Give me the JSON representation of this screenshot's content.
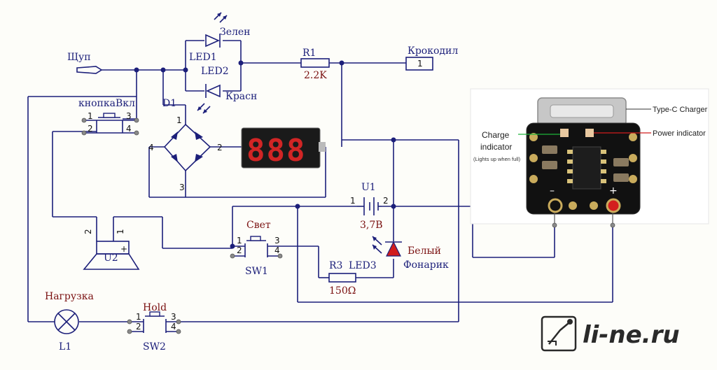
{
  "labels": {
    "probe": "Щуп",
    "led1": "LED1",
    "led1_color": "Зелен",
    "led2": "LED2",
    "led2_color": "Красн",
    "r1": "R1",
    "r1_value": "2.2K",
    "clip": "Крокодил",
    "clip_pin": "1",
    "button_on": "кнопкаВкл",
    "d1": "D1",
    "u2": "U2",
    "u1": "U1",
    "u1_value": "3,7В",
    "light": "Свет",
    "sw1": "SW1",
    "r3": "R3",
    "r3_value": "150Ω",
    "led3": "LED3",
    "flashlight_1": "Белый",
    "flashlight_2": "Фонарик",
    "load": "Нагрузка",
    "l1": "L1",
    "hold": "Hold",
    "sw2": "SW2",
    "display_digits": "888"
  },
  "pins": {
    "p1": "1",
    "p2": "2",
    "p3": "3",
    "p4": "4",
    "plus": "+"
  },
  "photo": {
    "typec": "Type-C Charger",
    "power": "Power indicator",
    "charge_1": "Charge",
    "charge_2": "indicator",
    "charge_note": "(Lights up when full)"
  },
  "brand": {
    "site": "li-ne.ru"
  }
}
